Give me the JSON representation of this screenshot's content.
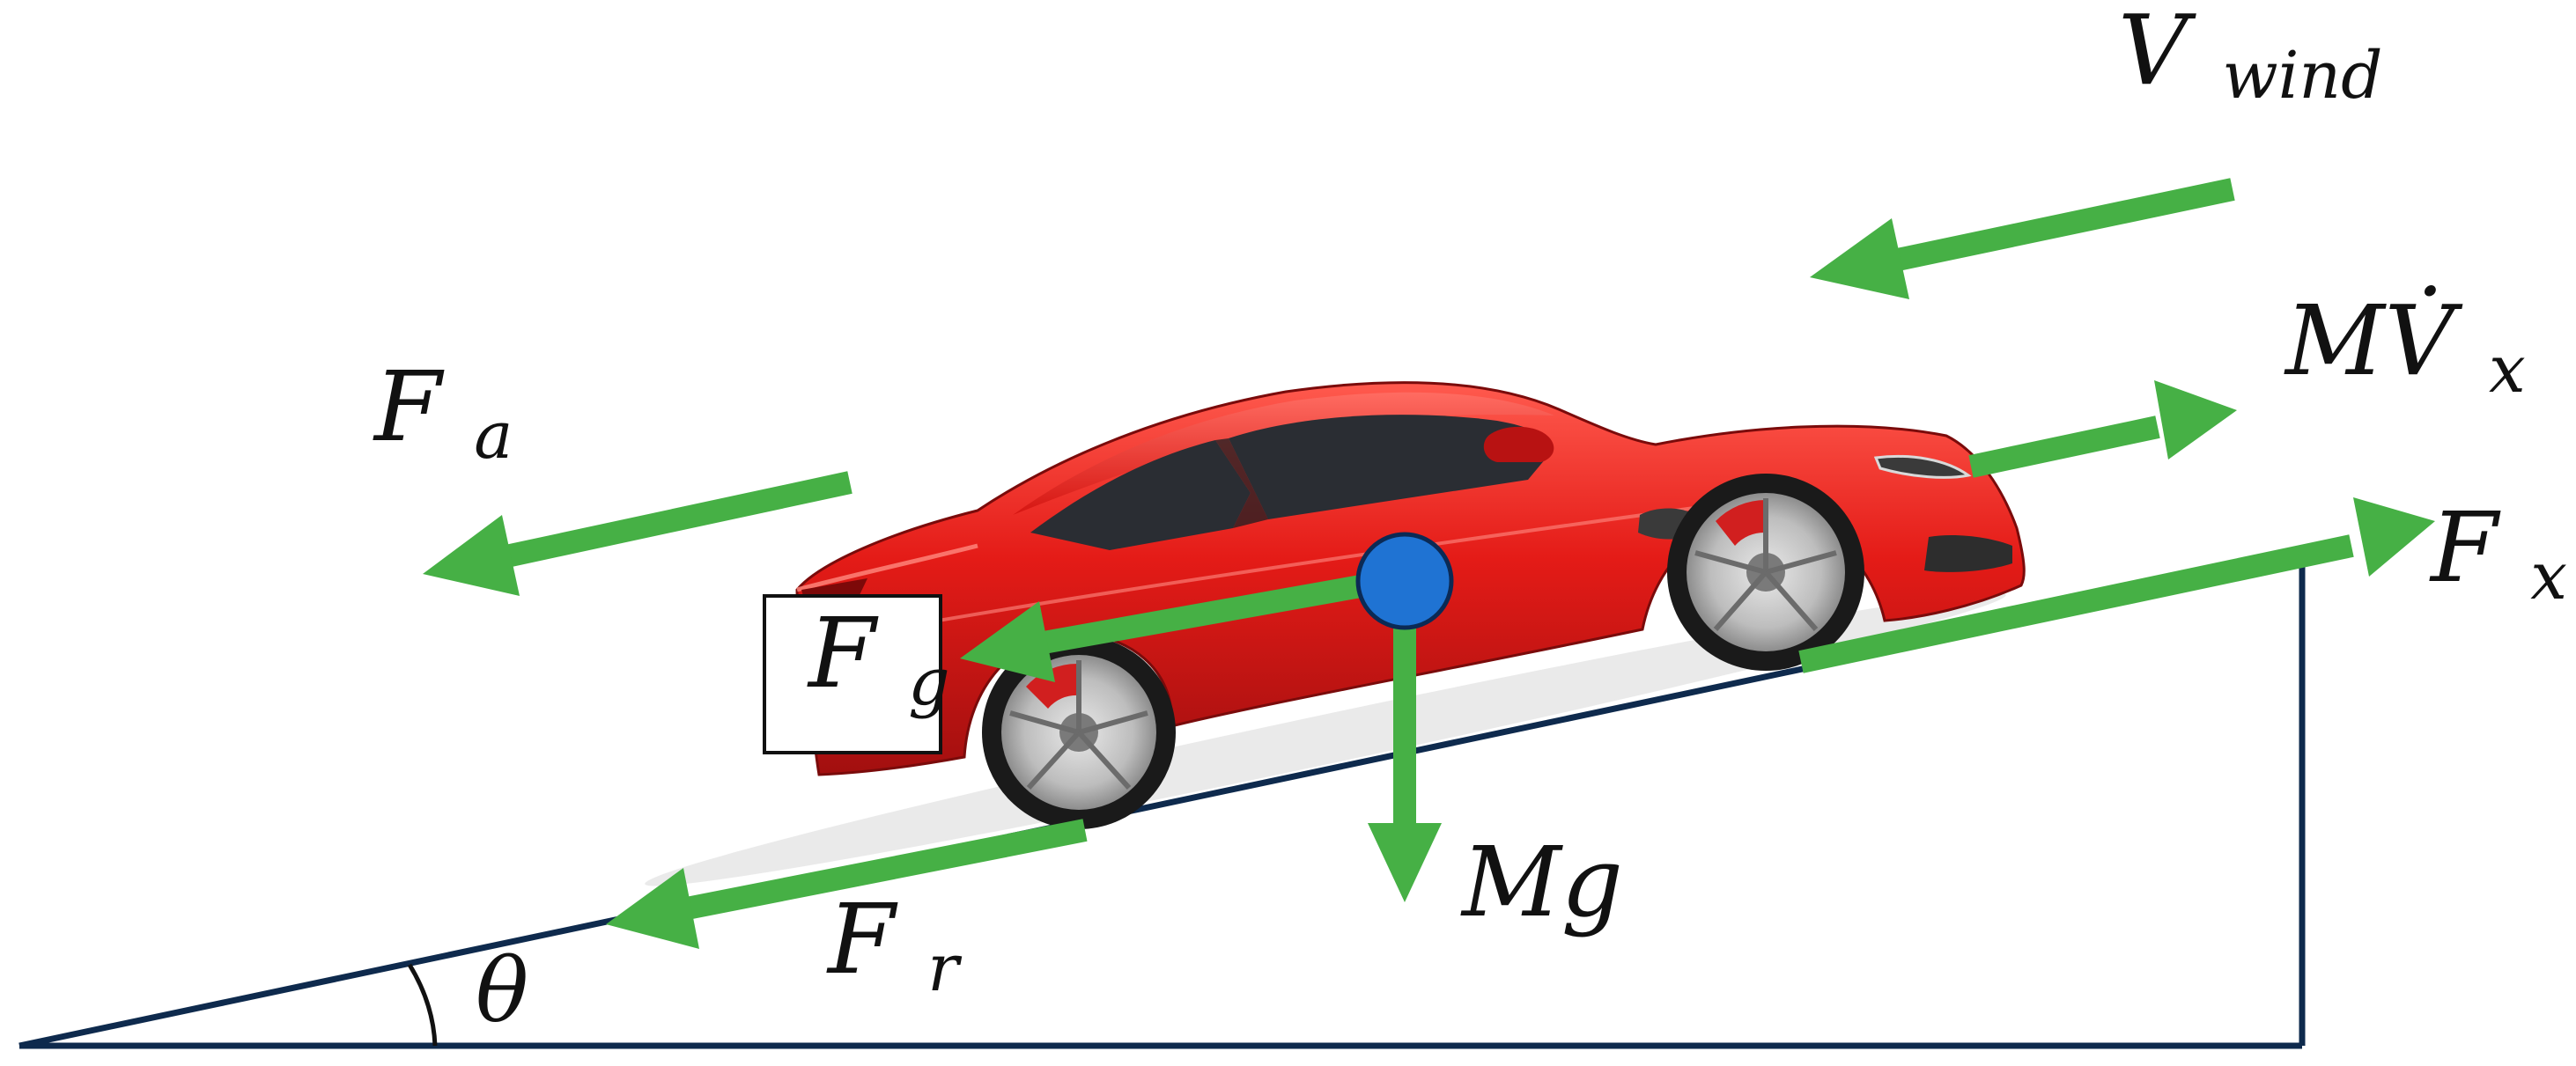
{
  "diagram": {
    "labels": {
      "v_wind": {
        "main": "V",
        "sub": "wind"
      },
      "m_vdot_x": {
        "main": "MV̇",
        "sub": "x"
      },
      "f_a": {
        "main": "F",
        "sub": "a"
      },
      "f_x": {
        "main": "F",
        "sub": "x"
      },
      "f_g": {
        "main": "F",
        "sub": "g"
      },
      "f_r": {
        "main": "F",
        "sub": "r"
      },
      "mg": {
        "main": "Mg"
      },
      "theta": {
        "main": "θ"
      }
    },
    "colors": {
      "arrow": "#46b045",
      "slope": "#0e2a4d",
      "car_body": "#e41b17",
      "car_dark": "#a20f0f",
      "window": "#2a2d33",
      "wheel": "#c9c9c9",
      "wheel_dark": "#6b6b6b",
      "brake": "#d11f1f",
      "cg_fill": "#1f73d3",
      "cg_stroke": "#0b2a55",
      "box_stroke": "#111111"
    },
    "icons": {
      "car": "car-icon",
      "center_of_gravity": "center-of-gravity-icon"
    }
  }
}
